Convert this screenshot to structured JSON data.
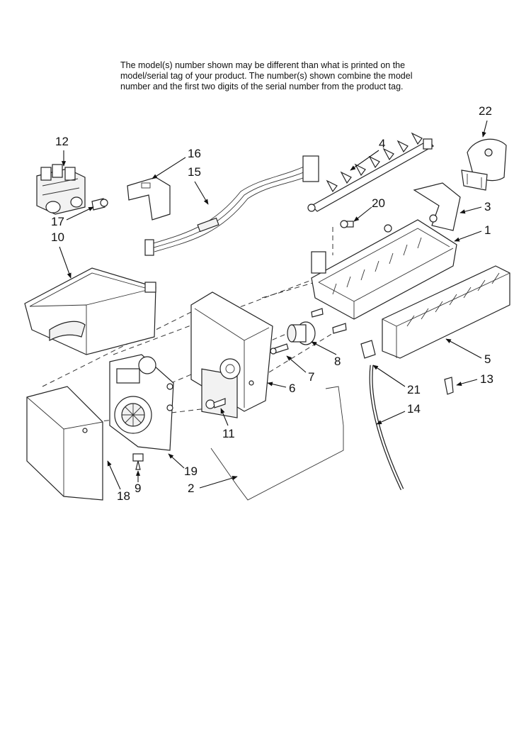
{
  "notice": {
    "line1": "The model(s) number shown may be different than what is printed on the",
    "line2": "model/serial tag of your product. The number(s) shown combine the model",
    "line3": "number and the first two digits of the serial number from the product tag."
  },
  "callouts": {
    "c1": "1",
    "c2": "2",
    "c3": "3",
    "c4": "4",
    "c5": "5",
    "c6": "6",
    "c7": "7",
    "c8": "8",
    "c9": "9",
    "c10": "10",
    "c11": "11",
    "c12": "12",
    "c13": "13",
    "c14": "14",
    "c15": "15",
    "c16": "16",
    "c17": "17",
    "c18": "18",
    "c19": "19",
    "c20": "20",
    "c21": "21",
    "c22": "22"
  }
}
